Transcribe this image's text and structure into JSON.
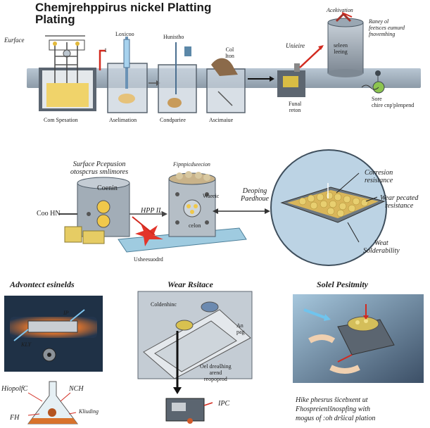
{
  "title": {
    "line1": "Chemjrehppirus nickel Platting",
    "line2": "Plating"
  },
  "top_row": {
    "surface": "Eurface",
    "lexicoo": "Loxicoo",
    "hunistho": "Hunistho",
    "col_iton": "Col\nIton",
    "unieire": "Unieire",
    "acekivation": "Acekivation",
    "raney": "Raney ol\nfeetsces eumurd\nfnovemhing",
    "funal": "Funal\nreton",
    "seleen": "seleen\nleeing",
    "sore": "Sore\nchire cnp'plenpend",
    "step_labels": [
      "Com Spesation",
      "Aselimation",
      "Condpariee",
      "Ascimaiue"
    ]
  },
  "middle_row": {
    "surface_prep": "Surface Pcepusion\notospcrus smlimores",
    "coenin": "Coenin",
    "fipnpi": "Fipnpicdseecion",
    "waeeic": "Waeeic",
    "celon": "celon",
    "hpp": "HPP IL",
    "coo_hn": "Coo HN",
    "usheesuodrd": "Usheesuodrd",
    "deoping": "Deoping\nPaedhoue",
    "corrosion": "Corresion\nresistance",
    "wear_pecated": "Wear pecated\nresistance",
    "weat": "Weat\nSolderability"
  },
  "bottom_row": {
    "advontect": "Advontect esinelds",
    "kly": "KLY",
    "ip": "IP",
    "hiopolfc": "HiopolfC",
    "nch": "NCH",
    "fh": "FH",
    "kliuding": "Kliuding",
    "wear_heading": "Wear Rsitace",
    "coldenhinc": "Coldenhinc",
    "an_pag": "An\npag",
    "oel_drea": "Oel dreašhing\narend\nreopoprod",
    "ipc": "IPC",
    "solel_heading": "Solel Pesitmity",
    "hike": "Hike phesrus šicebxent ut\nFhospreienlšnospfing with\nmogus of :oh dršical plation"
  },
  "colors": {
    "steel": "#9aa7b3",
    "red_arrow": "#d22a1f",
    "liquid_yellow": "#e8c64a",
    "blue_glow": "#67b6e0"
  }
}
